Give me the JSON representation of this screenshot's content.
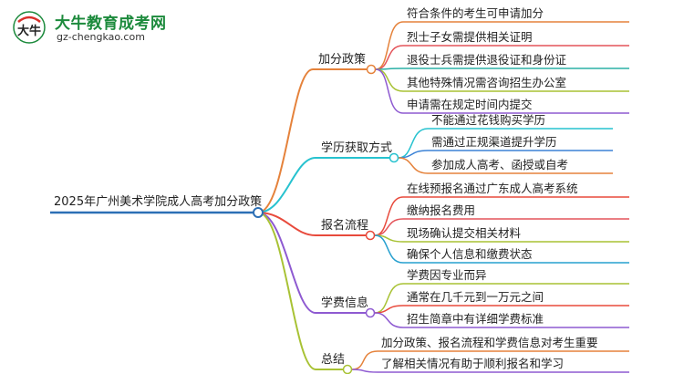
{
  "logo": {
    "title": "大牛教育成考网",
    "url": "gz-chengkao.com",
    "mark_text": "大牛"
  },
  "mindmap": {
    "root": "2025年广州美术学院成人高考加分政策",
    "branches": [
      {
        "label": "加分政策",
        "color": "#e5823b",
        "children": [
          "符合条件的考生可申请加分",
          "烈士子女需提供相关证明",
          "退役士兵需提供退役证和身份证",
          "其他特殊情况需咨询招生办公室",
          "申请需在规定时间内提交"
        ]
      },
      {
        "label": "学历获取方式",
        "color": "#27c2cf",
        "children": [
          "不能通过花钱购买学历",
          "需通过正规渠道提升学历",
          "参加成人高考、函授或自考"
        ]
      },
      {
        "label": "报名流程",
        "color": "#e84a3c",
        "children": [
          "在线预报名通过广东成人高考系统",
          "缴纳报名费用",
          "现场确认提交相关材料",
          "确保个人信息和缴费状态"
        ]
      },
      {
        "label": "学费信息",
        "color": "#8e5ad1",
        "children": [
          "学费因专业而异",
          "通常在几千元到一万元之间",
          "招生简章中有详细学费标准"
        ]
      },
      {
        "label": "总结",
        "color": "#a8c234",
        "children": [
          "加分政策、报名流程和学费信息对考生重要",
          "了解相关情况有助于顺利报名和学习"
        ]
      }
    ]
  },
  "colors": {
    "root_line": "#2c6fb5",
    "leaf_colors": [
      [
        "#e5823b",
        "#e4545a",
        "#2bb0a6",
        "#a8c234",
        "#8e5ad1"
      ],
      [
        "#27c2cf",
        "#3b82d6",
        "#e5823b"
      ],
      [
        "#e84a3c",
        "#e4545a",
        "#a8c234",
        "#27a0cf"
      ],
      [
        "#a8c234",
        "#e84a3c",
        "#8e5ad1"
      ],
      [
        "#e5823b",
        "#8e5ad1"
      ]
    ]
  }
}
